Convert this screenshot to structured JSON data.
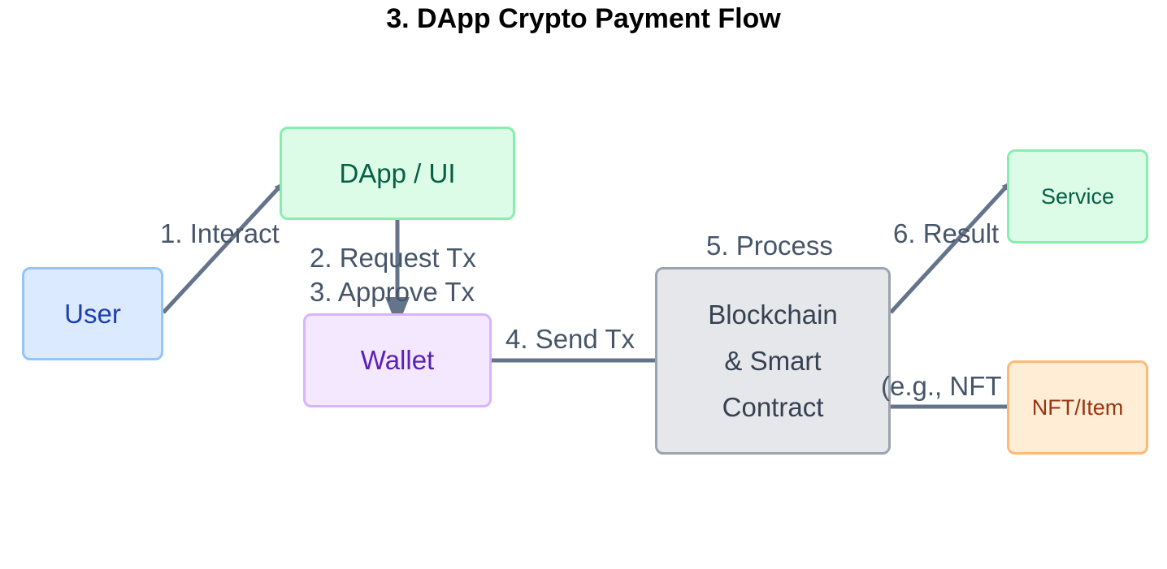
{
  "title": "3. DApp Crypto Payment Flow",
  "nodes": {
    "user": "User",
    "dapp": "DApp / UI",
    "wallet": "Wallet",
    "blockchain": "Blockchain\n& Smart\nContract",
    "service": "Service",
    "nft": "NFT/Item"
  },
  "edges": {
    "interact": "1. Interact",
    "request_tx": "2. Request Tx",
    "approve_tx": "3. Approve Tx",
    "send_tx": "4. Send Tx",
    "process": "5. Process",
    "result": "6. Result",
    "eg_nft": "(e.g., NFT"
  },
  "colors": {
    "edge": "#64748b",
    "edge_label": "#475569"
  }
}
